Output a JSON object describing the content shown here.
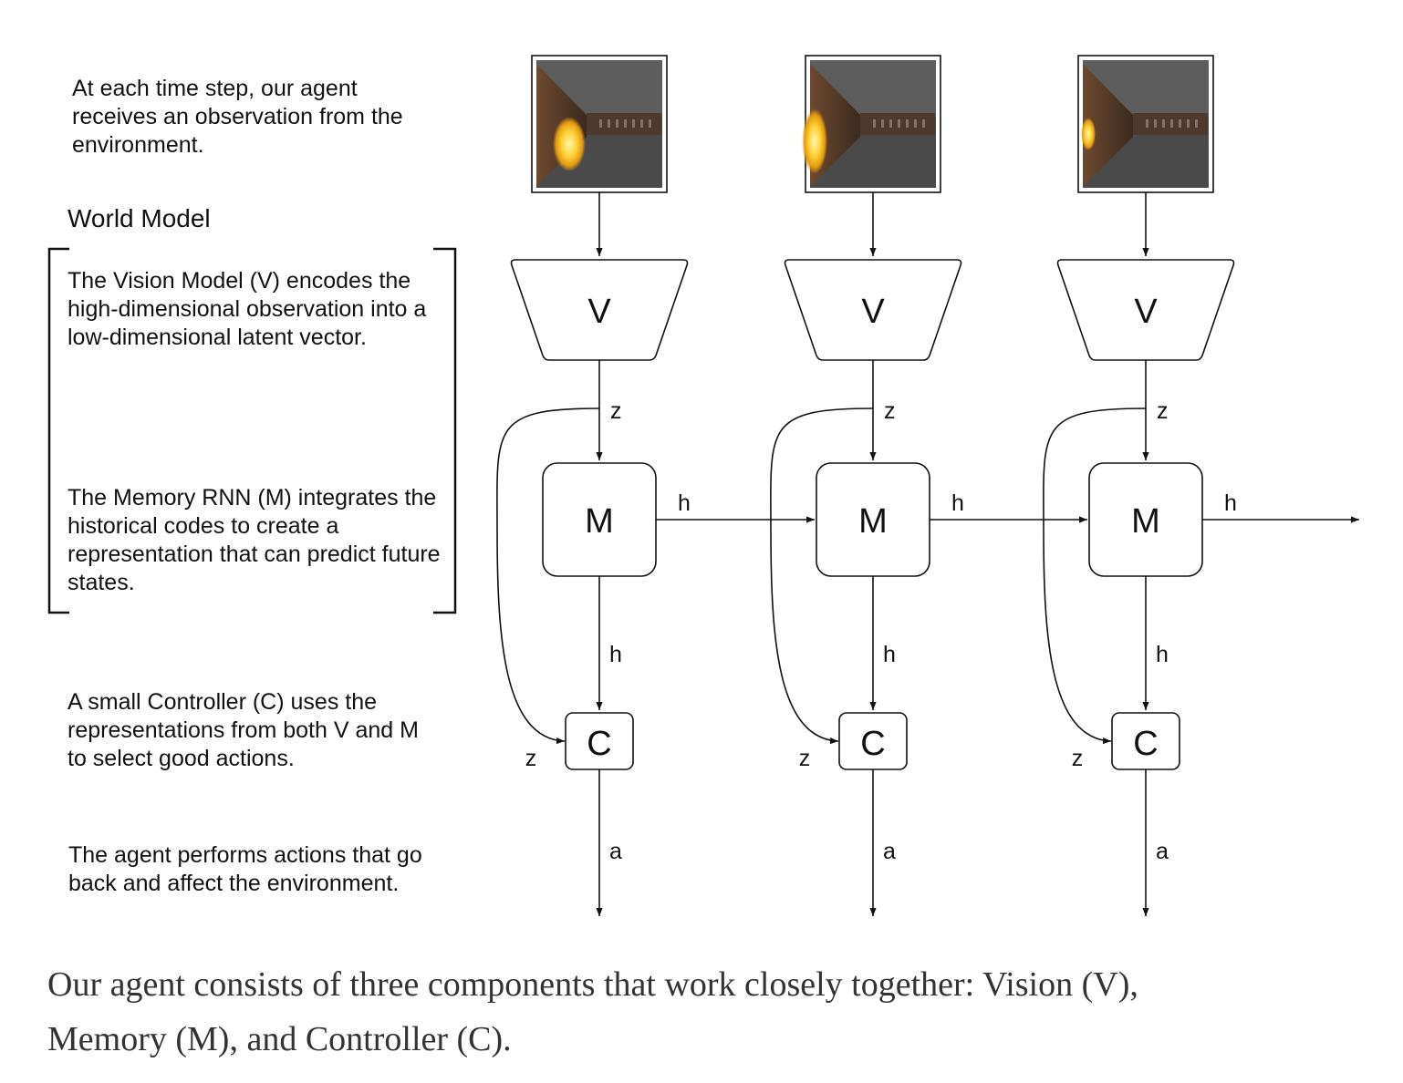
{
  "intro": {
    "before": "At each time step, our agent receives an ",
    "bold": "observation",
    "after": " from the environment."
  },
  "world_model_title": "World Model",
  "vision_text": {
    "before": "The ",
    "bold": "Vision Model (V)",
    "after": " encodes the high-dimensional observation into a low-dimensional latent vector."
  },
  "memory_text": {
    "before": "The ",
    "bold": "Memory RNN (M)",
    "after": " integrates the historical codes to create a representation that can predict future states."
  },
  "controller_text": {
    "before": "A small ",
    "bold": "Controller (C)",
    "middle1": " uses the representations from both ",
    "bold2": "V",
    "middle2": " and ",
    "bold3": "M",
    "after": " to select good actions."
  },
  "actions_text": {
    "before": "The agent performs ",
    "bold": "actions",
    "after": " that go back and affect the environment."
  },
  "diagram": {
    "vision_label": "V",
    "memory_label": "M",
    "controller_label": "C",
    "z_label": "z",
    "h_label": "h",
    "a_label": "a",
    "timesteps": 3
  },
  "caption": "Our agent consists of three components that work closely together: Vision (V), Memory (M), and Controller (C)."
}
